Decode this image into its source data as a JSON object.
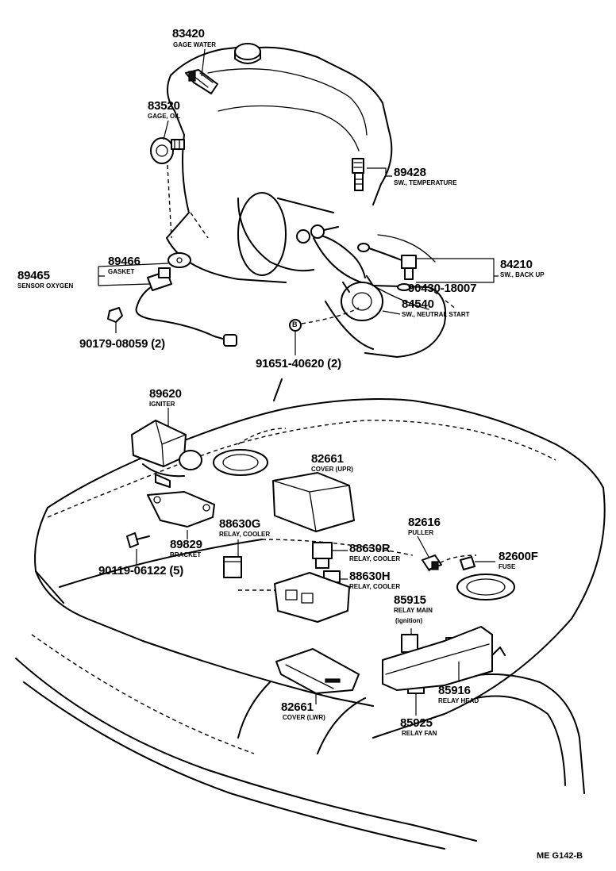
{
  "parts": [
    {
      "key": "p83420",
      "number": "83420",
      "description": "GAGE WATER"
    },
    {
      "key": "p83520",
      "number": "83520",
      "description": "GAGE, OIL"
    },
    {
      "key": "p89428",
      "number": "89428",
      "description": "SW., TEMPERATURE"
    },
    {
      "key": "p84210",
      "number": "84210",
      "description": "SW., BACK UP"
    },
    {
      "key": "p90430",
      "number": "90430-18007",
      "description": ""
    },
    {
      "key": "p84540",
      "number": "84540",
      "description": "SW., NEUTRAL START"
    },
    {
      "key": "p89466",
      "number": "89466",
      "description": "GASKET"
    },
    {
      "key": "p89465",
      "number": "89465",
      "description": "SENSOR OXYGEN"
    },
    {
      "key": "p90179",
      "number": "90179-08059 (2)",
      "description": ""
    },
    {
      "key": "p91651",
      "number": "91651-40620 (2)",
      "description": ""
    },
    {
      "key": "p89620",
      "number": "89620",
      "description": "IGNITER"
    },
    {
      "key": "p82661u",
      "number": "82661",
      "description": "COVER (UPR)"
    },
    {
      "key": "p88630g",
      "number": "88630G",
      "description": "RELAY, COOLER"
    },
    {
      "key": "p89829",
      "number": "89829",
      "description": "BRACKET"
    },
    {
      "key": "p82616",
      "number": "82616",
      "description": "PULLER"
    },
    {
      "key": "p88630r",
      "number": "88630R",
      "description": "RELAY, COOLER"
    },
    {
      "key": "p82600f",
      "number": "82600F",
      "description": "FUSE"
    },
    {
      "key": "p90119",
      "number": "90119-06122 (5)",
      "description": ""
    },
    {
      "key": "p88630h",
      "number": "88630H",
      "description": "RELAY, COOLER"
    },
    {
      "key": "p85915",
      "number": "85915",
      "description": "RELAY MAIN"
    },
    {
      "key": "p85916",
      "number": "85916",
      "description": "RELAY HEAD"
    },
    {
      "key": "p82661l",
      "number": "82661",
      "description": "COVER (LWR)"
    },
    {
      "key": "p85925",
      "number": "85925",
      "description": "RELAY FAN"
    }
  ],
  "notes": {
    "ignition": "(ignition)",
    "bolt_mark": "B"
  },
  "footer": {
    "code": "ME G142-B"
  }
}
